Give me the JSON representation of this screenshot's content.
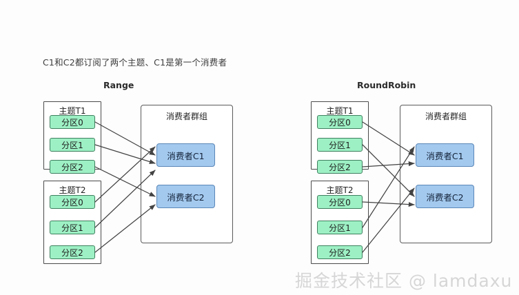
{
  "caption": "C1和C2都订阅了两个主题、C1是第一个消费者",
  "watermark": "掘金技术社区 @ lamdaxu",
  "colors": {
    "partition_fill": "#9df0c4",
    "partition_border": "#3f7f5f",
    "consumer_fill": "#a3c9ee",
    "consumer_border": "#5a86b8",
    "container_border": "#4a4a4a",
    "arrow": "#434343",
    "background": "#fdfdfe",
    "watermark": "#d6d6d6"
  },
  "panels": [
    {
      "id": "range",
      "title": "Range",
      "group_label": "消费者群组",
      "topics": [
        {
          "label": "主题T1",
          "partitions": [
            "分区0",
            "分区1",
            "分区2"
          ]
        },
        {
          "label": "主题T2",
          "partitions": [
            "分区0",
            "分区1",
            "分区2"
          ]
        }
      ],
      "consumers": [
        "消费者C1",
        "消费者C2"
      ],
      "assignments": [
        {
          "topic": "主题T1",
          "partition": "分区0",
          "consumer": "消费者C1"
        },
        {
          "topic": "主题T1",
          "partition": "分区1",
          "consumer": "消费者C1"
        },
        {
          "topic": "主题T1",
          "partition": "分区2",
          "consumer": "消费者C2"
        },
        {
          "topic": "主题T2",
          "partition": "分区0",
          "consumer": "消费者C1"
        },
        {
          "topic": "主题T2",
          "partition": "分区1",
          "consumer": "消费者C1"
        },
        {
          "topic": "主题T2",
          "partition": "分区2",
          "consumer": "消费者C2"
        }
      ]
    },
    {
      "id": "roundrobin",
      "title": "RoundRobin",
      "group_label": "消费者群组",
      "topics": [
        {
          "label": "主题T1",
          "partitions": [
            "分区0",
            "分区1",
            "分区2"
          ]
        },
        {
          "label": "主题T2",
          "partitions": [
            "分区0",
            "分区1",
            "分区2"
          ]
        }
      ],
      "consumers": [
        "消费者C1",
        "消费者C2"
      ],
      "assignments": [
        {
          "topic": "主题T1",
          "partition": "分区0",
          "consumer": "消费者C1"
        },
        {
          "topic": "主题T1",
          "partition": "分区1",
          "consumer": "消费者C2"
        },
        {
          "topic": "主题T1",
          "partition": "分区2",
          "consumer": "消费者C1"
        },
        {
          "topic": "主题T2",
          "partition": "分区0",
          "consumer": "消费者C2"
        },
        {
          "topic": "主题T2",
          "partition": "分区1",
          "consumer": "消费者C1"
        },
        {
          "topic": "主题T2",
          "partition": "分区2",
          "consumer": "消费者C2"
        }
      ]
    }
  ]
}
